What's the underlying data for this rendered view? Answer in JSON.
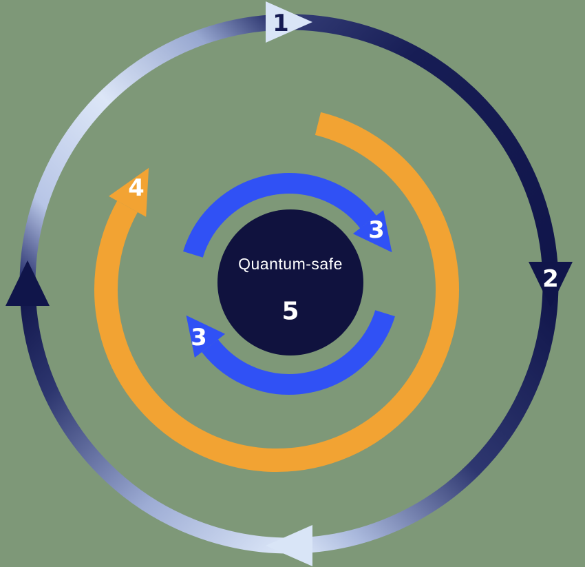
{
  "page": {
    "background": "#7e9878"
  },
  "diagram": {
    "center": {
      "title": "Quantum-safe",
      "number": "5"
    },
    "labels": {
      "step1": "1",
      "step2": "2",
      "step3_right": "3",
      "step3_left": "3",
      "step4": "4"
    },
    "colors": {
      "navy": "#10154a",
      "light": "#d9e5f7",
      "orange": "#f2a333",
      "blue": "#3051f5",
      "center_circle": "#10123e",
      "label_light": "#ffffff",
      "label_dark": "#141a52"
    }
  }
}
